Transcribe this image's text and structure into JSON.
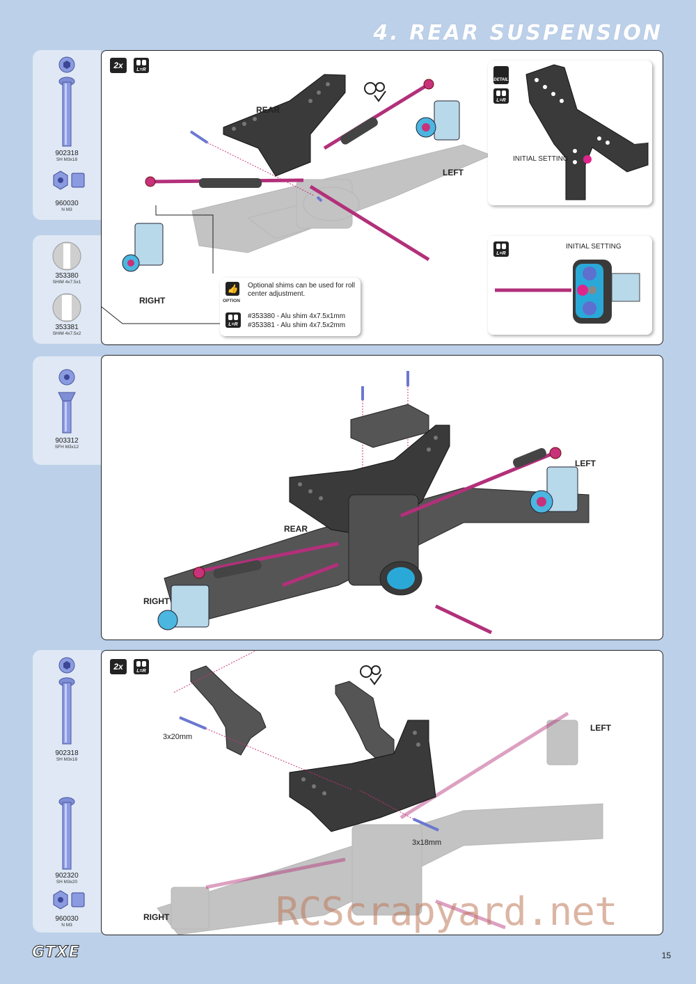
{
  "header": {
    "title": "4. REAR SUSPENSION"
  },
  "parts_step1": [
    {
      "code": "902318",
      "desc": "SH M3x18"
    },
    {
      "code": "960030",
      "desc": "N M3"
    }
  ],
  "parts_step1b": [
    {
      "code": "353380",
      "desc": "SHIM 4x7.5x1"
    },
    {
      "code": "353381",
      "desc": "SHIM 4x7.5x2"
    }
  ],
  "parts_step2": [
    {
      "code": "903312",
      "desc": "SFH M3x12"
    }
  ],
  "parts_step3": [
    {
      "code": "902318",
      "desc": "SH M3x18"
    },
    {
      "code": "902320",
      "desc": "SH M3x20"
    },
    {
      "code": "960030",
      "desc": "N M3"
    }
  ],
  "step1": {
    "qty_badge": "2x",
    "lr_badge": "L=R",
    "label_rear": "REAR",
    "label_left": "LEFT",
    "label_right": "RIGHT",
    "detail_badge": "DETAIL",
    "detail_caption": "INITIAL SETTING",
    "detail2_caption": "INITIAL SETTING",
    "option_badge": "OPTION",
    "option_text": "Optional shims can be used for roll center adjustment.",
    "option_shim1": "#353380 - Alu shim 4x7.5x1mm",
    "option_shim2": "#353381 - Alu shim 4x7.5x2mm"
  },
  "step2": {
    "label_left": "LEFT",
    "label_rear": "REAR",
    "label_right": "RIGHT"
  },
  "step3": {
    "qty_badge": "2x",
    "lr_badge": "L=R",
    "label_left": "LEFT",
    "label_right": "RIGHT",
    "screw_a": "3x20mm",
    "screw_b": "3x18mm"
  },
  "footer": {
    "logo": "GTXE",
    "page": "15",
    "watermark": "RCScrapyard.net"
  },
  "colors": {
    "background": "#bcd0e9",
    "parts_panel": "#dfe8f4",
    "accent_pink": "#c8327a",
    "hardware_blue": "#7f8fd6"
  }
}
